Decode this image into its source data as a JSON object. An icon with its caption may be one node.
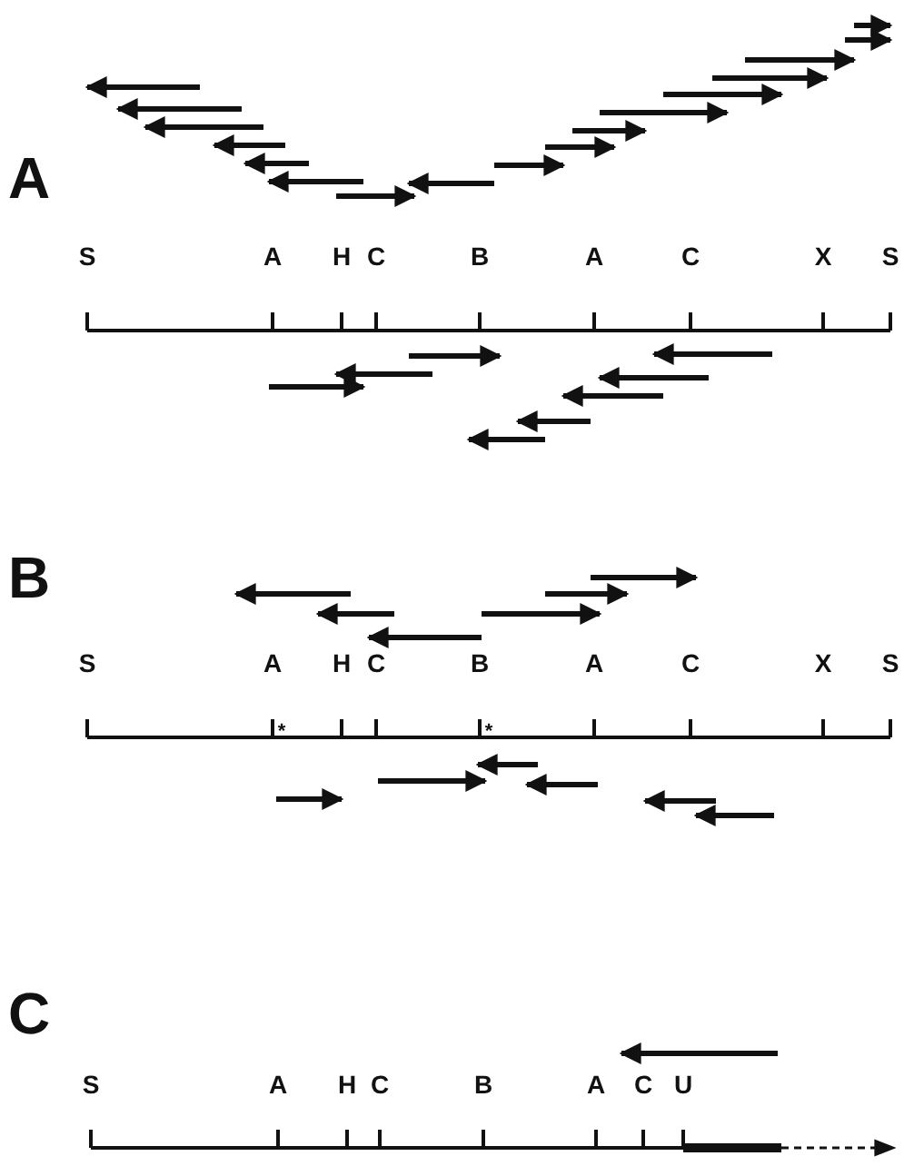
{
  "diagram": {
    "labels": [
      "A",
      "S",
      "A",
      "H",
      "C",
      "B",
      "A",
      "C",
      "X",
      "S",
      "B",
      "S",
      "A",
      "H",
      "C",
      "B",
      "A",
      "C",
      "X",
      "S",
      "*",
      "*",
      "C",
      "S",
      "A",
      "H",
      "C",
      "B",
      "A",
      "C",
      "U"
    ]
  }
}
